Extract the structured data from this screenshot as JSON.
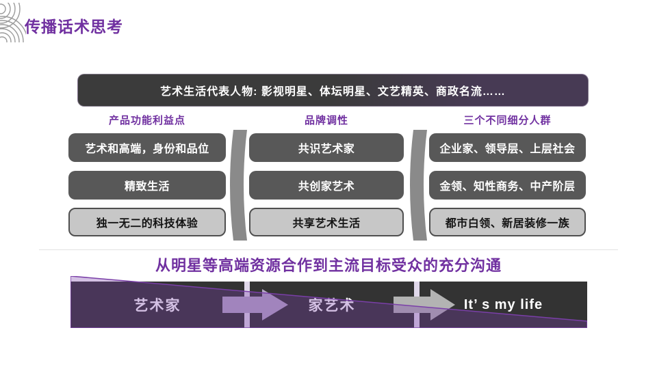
{
  "slide": {
    "title": "传播话术思考"
  },
  "banner": {
    "text": "艺术生活代表人物:  影视明星、体坛明星、文艺精英、商政名流……"
  },
  "matrix": {
    "columns": [
      {
        "header": "产品功能利益点",
        "items": [
          "艺术和高端，身份和品位",
          "精致生活",
          "独一无二的科技体验"
        ]
      },
      {
        "header": "品牌调性",
        "items": [
          "共识艺术家",
          "共创家艺术",
          "共享艺术生活"
        ]
      },
      {
        "header": "三个不同细分人群",
        "items": [
          "企业家、领导层、上层社会",
          "金领、知性商务、中产阶层",
          "都市白领、新居装修一族"
        ]
      }
    ]
  },
  "statement": {
    "text": "从明星等高端资源合作到主流目标受众的充分沟通"
  },
  "flow": {
    "steps": [
      "艺术家",
      "家艺术",
      "It’ s my life"
    ]
  },
  "colors": {
    "accent_purple": "#7030a0",
    "banner_gray": "#3b3b3b",
    "banner_purple": "#473a54",
    "box_dark": "#585858",
    "box_light": "#c7c7c7",
    "column_divider": "#8a8a8a",
    "bar_dark": "#333333",
    "triangle_fill": "rgba(122,63,170,0.32)",
    "arrow_lavender": "#b4a5c6",
    "arrow_gray": "#b3b3b3"
  },
  "icons": {
    "ripple": "ripple-icon",
    "arrow_right": "arrow-right-icon"
  }
}
